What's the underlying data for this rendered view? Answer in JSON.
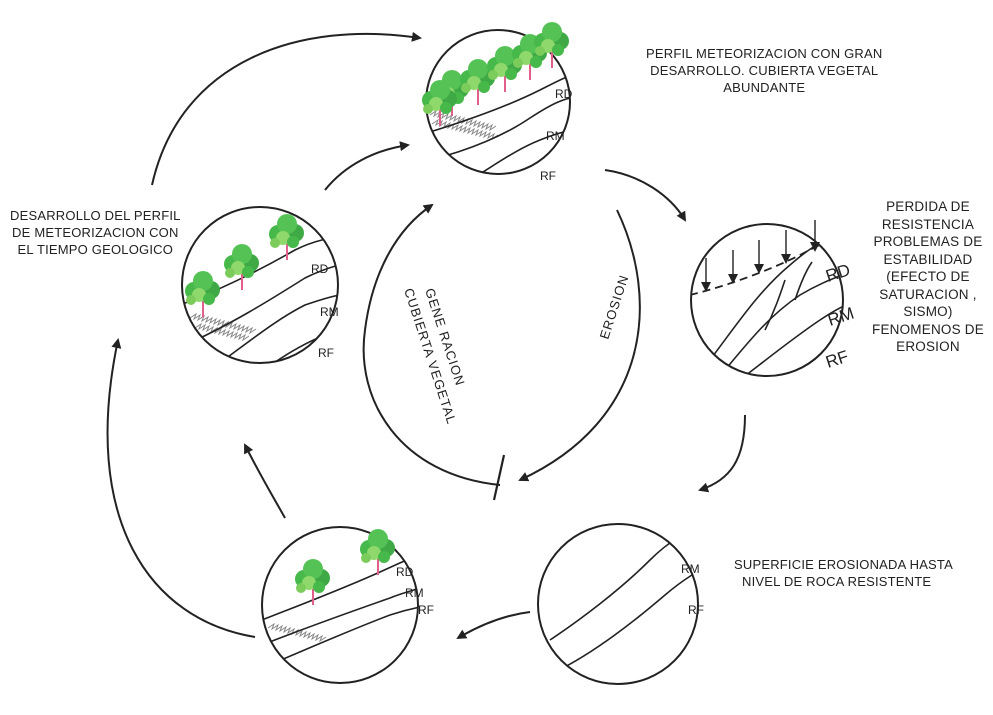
{
  "captions": {
    "top_right": [
      "PERFIL METEORIZACION CON GRAN",
      "DESARROLLO. CUBIERTA VEGETAL",
      "ABUNDANTE"
    ],
    "left": [
      "DESARROLLO  DEL PERFIL",
      "DE METEORIZACION  CON",
      "EL TIEMPO GEOLOGICO"
    ],
    "right": [
      "PERDIDA DE",
      "RESISTENCIA",
      "PROBLEMAS DE",
      "ESTABILIDAD",
      "(EFECTO DE",
      "SATURACION ,",
      "SISMO)",
      "FENOMENOS DE",
      "EROSION"
    ],
    "bottom_right": [
      "SUPERFICIE EROSIONADA  HASTA",
      "NIVEL DE ROCA RESISTENTE"
    ]
  },
  "cycle_labels": {
    "regeneracion": [
      "GENE RACION",
      "CUBIERTA VEGETAL"
    ],
    "erosion": "EROSION"
  },
  "layer_labels": {
    "rd": "RD",
    "rm": "RM",
    "rf": "RF"
  },
  "colors": {
    "foliage": "#46b94a",
    "foliage_light": "#8fd86b",
    "trunk": "#e0608a",
    "line": "#222222"
  }
}
